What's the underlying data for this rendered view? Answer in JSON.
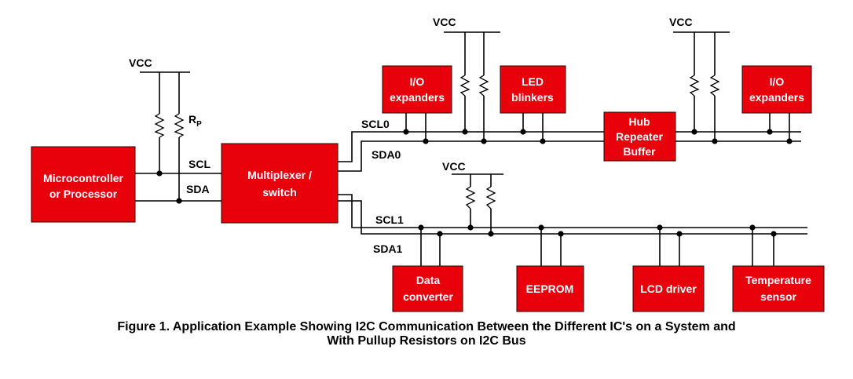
{
  "labels": {
    "vcc": "VCC",
    "rp_main": "R",
    "rp_sub": "P",
    "scl": "SCL",
    "sda": "SDA",
    "scl0": "SCL0",
    "sda0": "SDA0",
    "scl1": "SCL1",
    "sda1": "SDA1"
  },
  "blocks": {
    "mcu": [
      "Microcontroller",
      "or Processor"
    ],
    "mux": [
      "Multiplexer /",
      "switch"
    ],
    "io1": [
      "I/O",
      "expanders"
    ],
    "led": [
      "LED",
      "blinkers"
    ],
    "hub": [
      "Hub",
      "Repeater",
      "Buffer"
    ],
    "io2": [
      "I/O",
      "expanders"
    ],
    "data": [
      "Data",
      "converter"
    ],
    "eeprom": [
      "EEPROM"
    ],
    "lcd": [
      "LCD driver"
    ],
    "temp": [
      "Temperature",
      "sensor"
    ]
  },
  "caption": {
    "line1": "Figure 1. Application Example Showing I2C Communication Between the Different IC's on a System and",
    "line2": "With Pullup Resistors on I2C Bus"
  }
}
